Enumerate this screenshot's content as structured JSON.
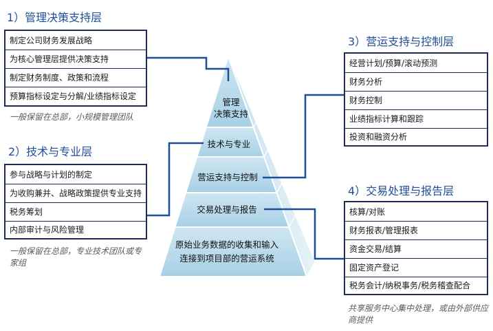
{
  "layers": [
    {
      "title": "1）管理决策支持层",
      "items": [
        "制定公司财务发展战略",
        "为核心管理层提供决策支持",
        "制定财务制度、政策和流程",
        "预算指标设定与分解/业绩指标设定"
      ],
      "note": "一般保留在总部，小规模管理团队"
    },
    {
      "title": "2）技术与专业层",
      "items": [
        "参与战略与计划的制定",
        "为收购兼并、战略政策提供专业支持",
        "税务筹划",
        "内部审计与风险管理"
      ],
      "note": "一般保留在总部，专业技术团队或专家组"
    },
    {
      "title": "3）营运支持与控制层",
      "items": [
        "经营计划/预算/滚动预测",
        "财务分析",
        "财务控制",
        "业绩指标计算和跟踪",
        "投资和融资分析"
      ],
      "note": ""
    },
    {
      "title": "4）交易处理与报告层",
      "items": [
        "核算/对账",
        "财务报表/管理报表",
        "资金交易/结算",
        "固定资产登记",
        "税务会计/纳税事务/税务稽查配合"
      ],
      "note": "共享服务中心集中处理，或由外部供应商提供"
    }
  ],
  "pyramid": {
    "tiers": [
      {
        "lines": [
          "管理",
          "决策支持"
        ]
      },
      {
        "lines": [
          "技术与专业"
        ]
      },
      {
        "lines": [
          "营运支持与控制"
        ]
      },
      {
        "lines": [
          "交易处理与报告"
        ]
      },
      {
        "lines": [
          "原始业务数据的收集和输入",
          "连接到项目部的营运系统"
        ]
      }
    ]
  },
  "colors": {
    "heading": "#1f4e97",
    "box_border": "#1e2b52",
    "connector": "#1f4e97",
    "pyramid_front_light": "#d6ebf5",
    "pyramid_front_dark": "#a9d2e6",
    "pyramid_side": "#c2dfee",
    "pyramid_edge": "#ffffff"
  }
}
